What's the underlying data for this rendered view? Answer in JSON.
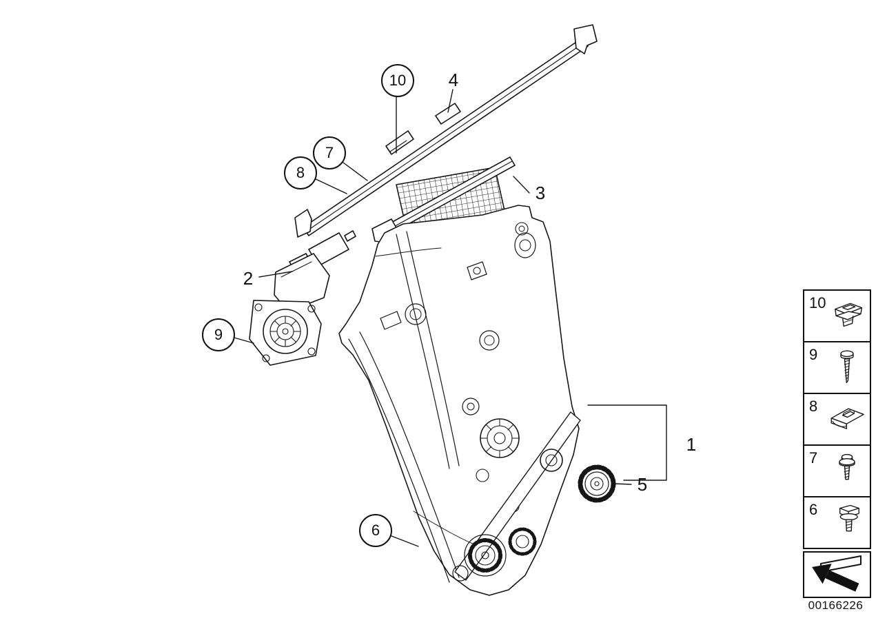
{
  "doc_number": "00166226",
  "callouts": [
    {
      "label": "10",
      "style": "circled"
    },
    {
      "label": "4",
      "style": "plain"
    },
    {
      "label": "7",
      "style": "circled"
    },
    {
      "label": "8",
      "style": "circled"
    },
    {
      "label": "3",
      "style": "plain"
    },
    {
      "label": "2",
      "style": "plain"
    },
    {
      "label": "9",
      "style": "circled"
    },
    {
      "label": "1",
      "style": "plain"
    },
    {
      "label": "5",
      "style": "plain"
    },
    {
      "label": "6",
      "style": "circled"
    }
  ],
  "legend": {
    "items": [
      {
        "label": "10",
        "icon": "expansion-rivet-icon"
      },
      {
        "label": "9",
        "icon": "self-tapping-screw-icon"
      },
      {
        "label": "8",
        "icon": "clip-nut-icon"
      },
      {
        "label": "7",
        "icon": "washer-head-screw-icon"
      },
      {
        "label": "6",
        "icon": "hex-flange-bolt-icon"
      }
    ],
    "direction_icon": "arrow-down-left-icon"
  },
  "colors": {
    "line": "#151515",
    "background": "#ffffff"
  }
}
